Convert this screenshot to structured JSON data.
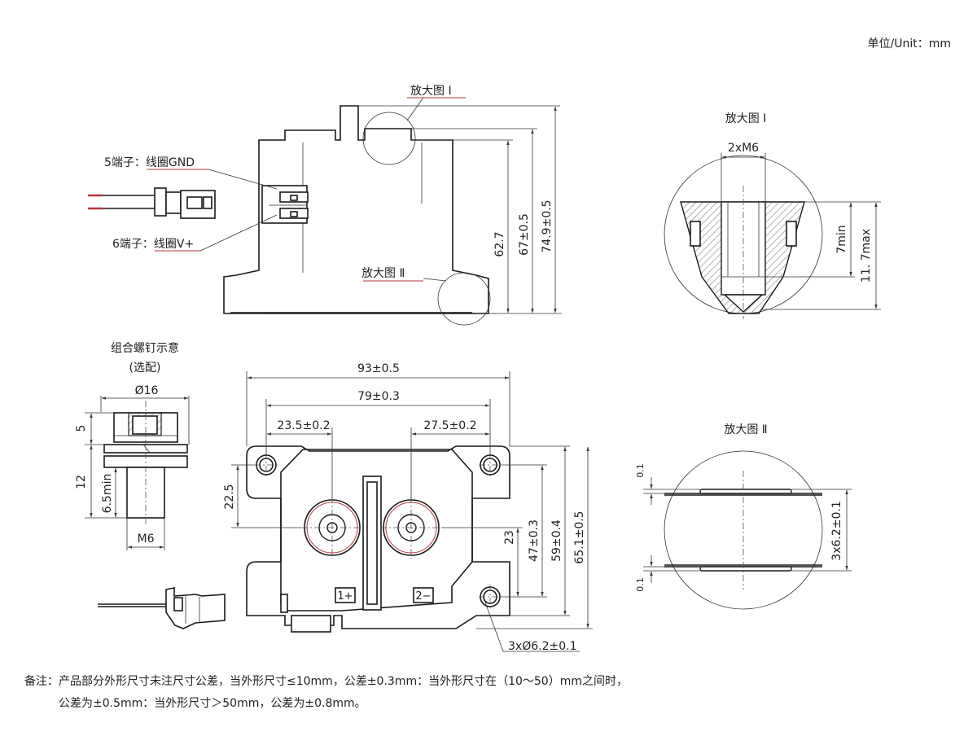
{
  "unit_label": "单位/Unit：mm",
  "top_view": {
    "callout_zoom1": "放大图 Ⅰ",
    "callout_zoom2": "放大图 Ⅱ",
    "terminal5": "5端子：线圈GND",
    "terminal6": "6端子：线圈V+",
    "dim_62_7": "62.7",
    "dim_67": "67±0.5",
    "dim_74_9": "74.9±0.5"
  },
  "detail1": {
    "title": "放大图 Ⅰ",
    "dim_thread": "2xM6",
    "dim_7min": "7min",
    "dim_11_7max": "11. 7max"
  },
  "screw": {
    "title": "组合螺钉示意",
    "subtitle": "(选配)",
    "dim_d16": "Ø16",
    "dim_5": "5",
    "dim_12": "12",
    "dim_6_5min": "6.5min",
    "dim_m6": "M6"
  },
  "front_view": {
    "dim_93": "93±0.5",
    "dim_79": "79±0.3",
    "dim_23_5": "23.5±0.2",
    "dim_27_5": "27.5±0.2",
    "dim_22_5": "22.5",
    "dim_23": "23",
    "dim_47": "47±0.3",
    "dim_59": "59±0.4",
    "dim_65_1": "65.1±0.5",
    "dim_holes": "3xØ6.2±0.1",
    "label_plus": "1+",
    "label_minus": "2−"
  },
  "detail2": {
    "title": "放大图 Ⅱ",
    "dim_0_1_top": "0.1",
    "dim_0_1_bottom": "0.1",
    "dim_washer": "3x6.2±0.1"
  },
  "note": {
    "line1": "备注：产品部分外形尺寸未注尺寸公差，当外形尺寸≤10mm，公差±0.3mm：当外形尺寸在（10～50）mm之间时，",
    "line2": "公差为±0.5mm：当外形尺寸＞50mm，公差为±0.8mm。"
  }
}
